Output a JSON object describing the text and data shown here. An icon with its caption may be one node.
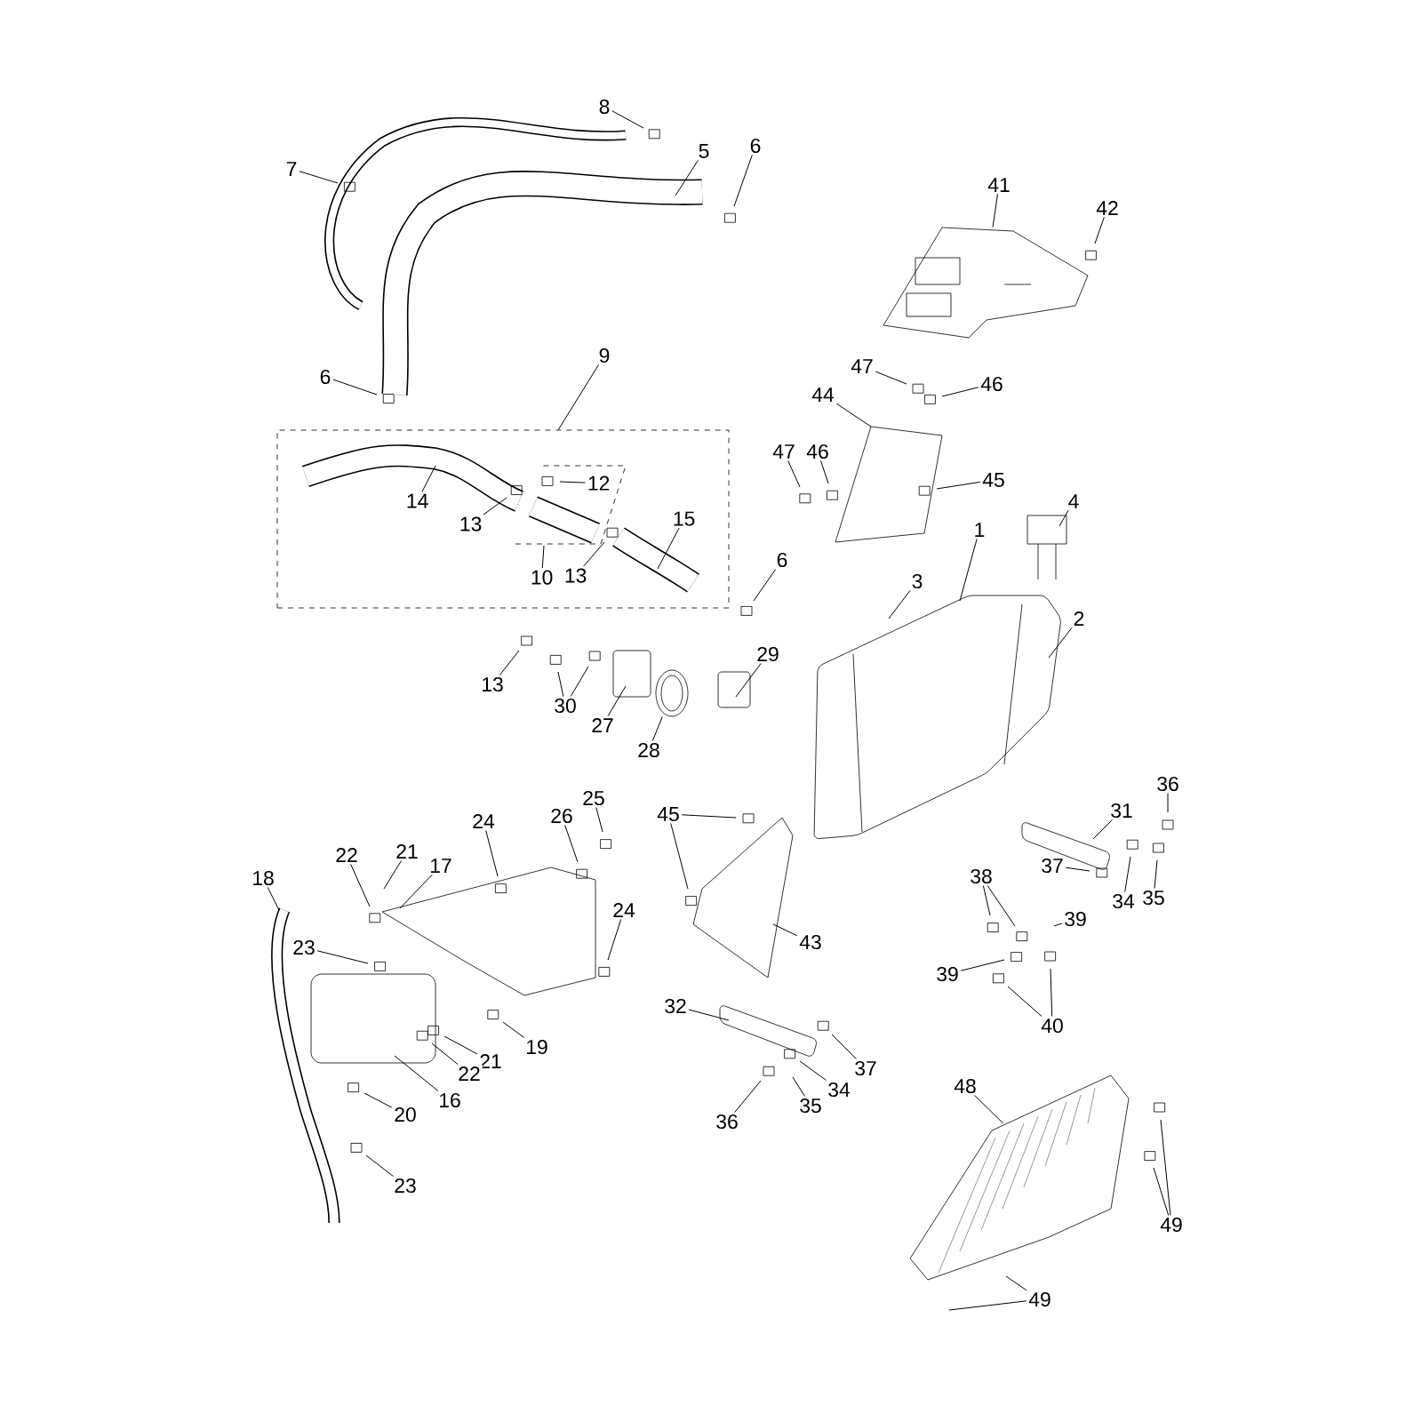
{
  "diagram": {
    "nodes": [
      {
        "text": [
          "1"
        ]
      },
      {
        "text": [
          "2"
        ]
      },
      {
        "text": [
          "3"
        ]
      },
      {
        "text": [
          "4"
        ]
      },
      {
        "text": [
          "5"
        ]
      },
      {
        "text": [
          "6"
        ]
      },
      {
        "text": [
          "6"
        ]
      },
      {
        "text": [
          "6"
        ]
      },
      {
        "text": [
          "7"
        ]
      },
      {
        "text": [
          "8"
        ]
      },
      {
        "text": [
          "9"
        ]
      },
      {
        "text": [],
        "shape": "box"
      },
      {
        "text": [
          "10"
        ],
        "in": 11
      },
      {
        "text": [
          "12"
        ],
        "in": 11
      },
      {
        "text": [
          "13"
        ],
        "in": 11
      },
      {
        "text": [
          "13"
        ],
        "in": 11
      },
      {
        "text": [
          "14"
        ],
        "in": 11
      },
      {
        "text": [
          "15"
        ],
        "in": 11
      },
      {
        "text": [
          "13"
        ]
      },
      {
        "text": [
          "30"
        ]
      },
      {
        "text": [
          "27"
        ]
      },
      {
        "text": [
          "28"
        ]
      },
      {
        "text": [
          "29"
        ]
      },
      {
        "text": [
          "41"
        ]
      },
      {
        "text": [
          "42"
        ]
      },
      {
        "text": [
          "47"
        ]
      },
      {
        "text": [
          "46"
        ]
      },
      {
        "text": [
          "44"
        ]
      },
      {
        "text": [
          "47"
        ]
      },
      {
        "text": [
          "46"
        ]
      },
      {
        "text": [
          "45"
        ]
      },
      {
        "text": [
          "24"
        ]
      },
      {
        "text": [
          "26"
        ]
      },
      {
        "text": [
          "25"
        ]
      },
      {
        "text": [
          "22"
        ]
      },
      {
        "text": [
          "21"
        ]
      },
      {
        "text": [
          "17"
        ]
      },
      {
        "text": [
          "18"
        ]
      },
      {
        "text": [
          "23"
        ]
      },
      {
        "text": [
          "24"
        ]
      },
      {
        "text": [
          "45"
        ]
      },
      {
        "text": [
          "43"
        ]
      },
      {
        "text": [
          "16"
        ]
      },
      {
        "text": [
          "19"
        ]
      },
      {
        "text": [
          "21"
        ]
      },
      {
        "text": [
          "22"
        ]
      },
      {
        "text": [
          "20"
        ]
      },
      {
        "text": [
          "23"
        ]
      },
      {
        "text": [
          "31"
        ]
      },
      {
        "text": [
          "36"
        ]
      },
      {
        "text": [
          "37"
        ]
      },
      {
        "text": [
          "34"
        ]
      },
      {
        "text": [
          "35"
        ]
      },
      {
        "text": [
          "38"
        ]
      },
      {
        "text": [
          "39"
        ]
      },
      {
        "text": [
          "39"
        ]
      },
      {
        "text": [
          "40"
        ]
      },
      {
        "text": [
          "32"
        ]
      },
      {
        "text": [
          "37"
        ]
      },
      {
        "text": [
          "34"
        ]
      },
      {
        "text": [
          "35"
        ]
      },
      {
        "text": [
          "36"
        ]
      },
      {
        "text": [
          "48"
        ]
      },
      {
        "text": [
          "49"
        ]
      },
      {
        "text": [
          "49"
        ]
      },
      {
        "text": [],
        "shape": "picture"
      },
      {
        "text": [],
        "shape": "picture"
      },
      {
        "text": [],
        "shape": "picture"
      }
    ],
    "edges": [
      {
        "from": 0,
        "to": null,
        "arrow": "none"
      },
      {
        "from": 1,
        "to": null,
        "arrow": "none"
      },
      {
        "from": 2,
        "to": null,
        "arrow": "none"
      },
      {
        "from": 3,
        "to": null,
        "arrow": "none"
      },
      {
        "from": 4,
        "to": null,
        "arrow": "none"
      },
      {
        "from": 5,
        "to": null,
        "arrow": "none"
      },
      {
        "from": 6,
        "to": null,
        "arrow": "none"
      },
      {
        "from": 7,
        "to": null,
        "arrow": "none"
      },
      {
        "from": 8,
        "to": null,
        "arrow": "none"
      },
      {
        "from": 9,
        "to": null,
        "arrow": "none"
      },
      {
        "from": 10,
        "to": 11,
        "arrow": "none"
      },
      {
        "from": 12,
        "to": null,
        "arrow": "none"
      },
      {
        "from": 13,
        "to": null,
        "arrow": "none"
      },
      {
        "from": 14,
        "to": null,
        "arrow": "none"
      },
      {
        "from": 15,
        "to": null,
        "arrow": "none"
      },
      {
        "from": 16,
        "to": null,
        "arrow": "none"
      },
      {
        "from": 17,
        "to": null,
        "arrow": "none"
      },
      {
        "from": 18,
        "to": null,
        "arrow": "none"
      },
      {
        "from": 19,
        "to": null,
        "arrow": "none"
      },
      {
        "from": 19,
        "to": null,
        "arrow": "none"
      },
      {
        "from": 20,
        "to": null,
        "arrow": "none"
      },
      {
        "from": 21,
        "to": 67,
        "arrow": "none"
      },
      {
        "from": 22,
        "to": null,
        "arrow": "none"
      },
      {
        "from": 23,
        "to": 65,
        "arrow": "none"
      },
      {
        "from": 24,
        "to": null,
        "arrow": "none"
      },
      {
        "from": 25,
        "to": null,
        "arrow": "none"
      },
      {
        "from": 26,
        "to": null,
        "arrow": "none"
      },
      {
        "from": 27,
        "to": null,
        "arrow": "none"
      },
      {
        "from": 28,
        "to": null,
        "arrow": "none"
      },
      {
        "from": 29,
        "to": null,
        "arrow": "none"
      },
      {
        "from": 30,
        "to": null,
        "arrow": "none"
      },
      {
        "from": 31,
        "to": null,
        "arrow": "none"
      },
      {
        "from": 32,
        "to": null,
        "arrow": "none"
      },
      {
        "from": 33,
        "to": null,
        "arrow": "none"
      },
      {
        "from": 34,
        "to": null,
        "arrow": "none"
      },
      {
        "from": 35,
        "to": null,
        "arrow": "none"
      },
      {
        "from": 36,
        "to": null,
        "arrow": "none"
      },
      {
        "from": 37,
        "to": null,
        "arrow": "none"
      },
      {
        "from": 38,
        "to": null,
        "arrow": "none"
      },
      {
        "from": 39,
        "to": null,
        "arrow": "none"
      },
      {
        "from": 40,
        "to": null,
        "arrow": "none"
      },
      {
        "from": 40,
        "to": null,
        "arrow": "none"
      },
      {
        "from": 41,
        "to": null,
        "arrow": "none"
      },
      {
        "from": 42,
        "to": null,
        "arrow": "none"
      },
      {
        "from": 43,
        "to": null,
        "arrow": "none"
      },
      {
        "from": 44,
        "to": null,
        "arrow": "none"
      },
      {
        "from": 45,
        "to": null,
        "arrow": "none"
      },
      {
        "from": 46,
        "to": null,
        "arrow": "none"
      },
      {
        "from": 47,
        "to": null,
        "arrow": "none"
      },
      {
        "from": 48,
        "to": null,
        "arrow": "none"
      },
      {
        "from": 49,
        "to": null,
        "arrow": "none"
      },
      {
        "from": 50,
        "to": null,
        "arrow": "none"
      },
      {
        "from": 51,
        "to": null,
        "arrow": "none"
      },
      {
        "from": 52,
        "to": null,
        "arrow": "none"
      },
      {
        "from": 53,
        "to": null,
        "arrow": "none"
      },
      {
        "from": 53,
        "to": null,
        "arrow": "none"
      },
      {
        "from": 54,
        "to": null,
        "arrow": "none"
      },
      {
        "from": 55,
        "to": null,
        "arrow": "none"
      },
      {
        "from": 56,
        "to": null,
        "arrow": "none"
      },
      {
        "from": 56,
        "to": null,
        "arrow": "none"
      },
      {
        "from": 57,
        "to": null,
        "arrow": "none"
      },
      {
        "from": 58,
        "to": null,
        "arrow": "none"
      },
      {
        "from": 59,
        "to": null,
        "arrow": "none"
      },
      {
        "from": 60,
        "to": null,
        "arrow": "none"
      },
      {
        "from": 61,
        "to": null,
        "arrow": "none"
      },
      {
        "from": 62,
        "to": 66,
        "arrow": "none"
      },
      {
        "from": 63,
        "to": null,
        "arrow": "none"
      },
      {
        "from": 63,
        "to": null,
        "arrow": "none"
      },
      {
        "from": 64,
        "to": null,
        "arrow": "none"
      },
      {
        "from": 64,
        "to": null,
        "arrow": "none"
      }
    ]
  }
}
